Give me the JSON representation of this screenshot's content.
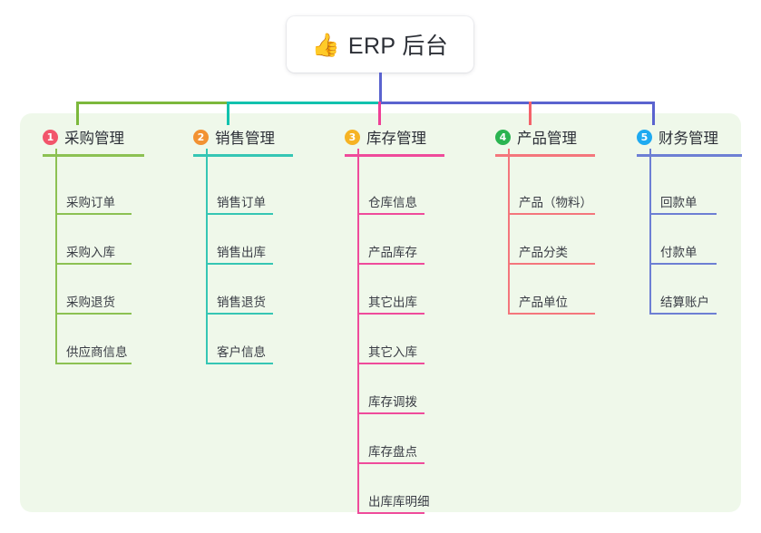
{
  "title": {
    "icon": "thumbs-up-icon",
    "emoji": "👍",
    "text": "ERP 后台"
  },
  "theme": {
    "panel_bg": "#eff8ea",
    "page_bg": "#ffffff",
    "stem_color": "#5a63cf",
    "text_color": "#2d3038"
  },
  "connectors": {
    "segments": [
      {
        "name": "segment-green",
        "color": "#7cb83c"
      },
      {
        "name": "segment-teal",
        "color": "#12c2ae"
      },
      {
        "name": "segment-blue",
        "color": "#5a63cf"
      }
    ],
    "stubs": [
      {
        "name": "stub-1",
        "color": "#7cb83c"
      },
      {
        "name": "stub-2",
        "color": "#12c2ae"
      },
      {
        "name": "stub-3",
        "color": "#ef3f96"
      },
      {
        "name": "stub-4",
        "color": "#f4626a"
      },
      {
        "name": "stub-5",
        "color": "#5a63cf"
      }
    ]
  },
  "columns": [
    {
      "number": "1",
      "title": "采购管理",
      "badge_color": "#f2556b",
      "accent": "#8cc152",
      "items": [
        {
          "label": "采购订单"
        },
        {
          "label": "采购入库"
        },
        {
          "label": "采购退货"
        },
        {
          "label": "供应商信息"
        }
      ]
    },
    {
      "number": "2",
      "title": "销售管理",
      "badge_color": "#f29232",
      "accent": "#35c6b4",
      "items": [
        {
          "label": "销售订单"
        },
        {
          "label": "销售出库"
        },
        {
          "label": "销售退货"
        },
        {
          "label": "客户信息"
        }
      ]
    },
    {
      "number": "3",
      "title": "库存管理",
      "badge_color": "#f6b323",
      "accent": "#ef4b9b",
      "items": [
        {
          "label": "仓库信息"
        },
        {
          "label": "产品库存"
        },
        {
          "label": "其它出库"
        },
        {
          "label": "其它入库"
        },
        {
          "label": "库存调拨"
        },
        {
          "label": "库存盘点"
        },
        {
          "label": "出库库明细"
        }
      ]
    },
    {
      "number": "4",
      "title": "产品管理",
      "badge_color": "#2bb451",
      "accent": "#f4767c",
      "items": [
        {
          "label": "产品（物料）"
        },
        {
          "label": "产品分类"
        },
        {
          "label": "产品单位"
        }
      ]
    },
    {
      "number": "5",
      "title": "财务管理",
      "badge_color": "#1eaaf1",
      "accent": "#6d7fd4",
      "items": [
        {
          "label": "回款单"
        },
        {
          "label": "付款单"
        },
        {
          "label": "结算账户"
        }
      ]
    }
  ]
}
